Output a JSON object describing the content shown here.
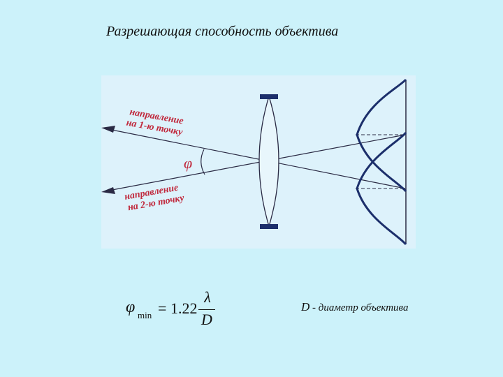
{
  "title": "Разрешающая способность объектива",
  "diagram": {
    "label_dir1_line1": "направление",
    "label_dir1_line2": "на 1-ю точку",
    "label_dir2_line1": "направление",
    "label_dir2_line2": "на 2-ю точку",
    "angle_symbol": "φ",
    "colors": {
      "panel": "#ddf2fb",
      "lens": "#1c2f6b",
      "curve": "#1c2f6b",
      "label": "#c0283c"
    }
  },
  "formula": {
    "symbol": "φ",
    "subscript": "min",
    "equals": "=",
    "coefficient": "1.22",
    "numerator": "λ",
    "denominator": "D"
  },
  "note": {
    "variable": "D",
    "text": " - диаметр объектива"
  }
}
